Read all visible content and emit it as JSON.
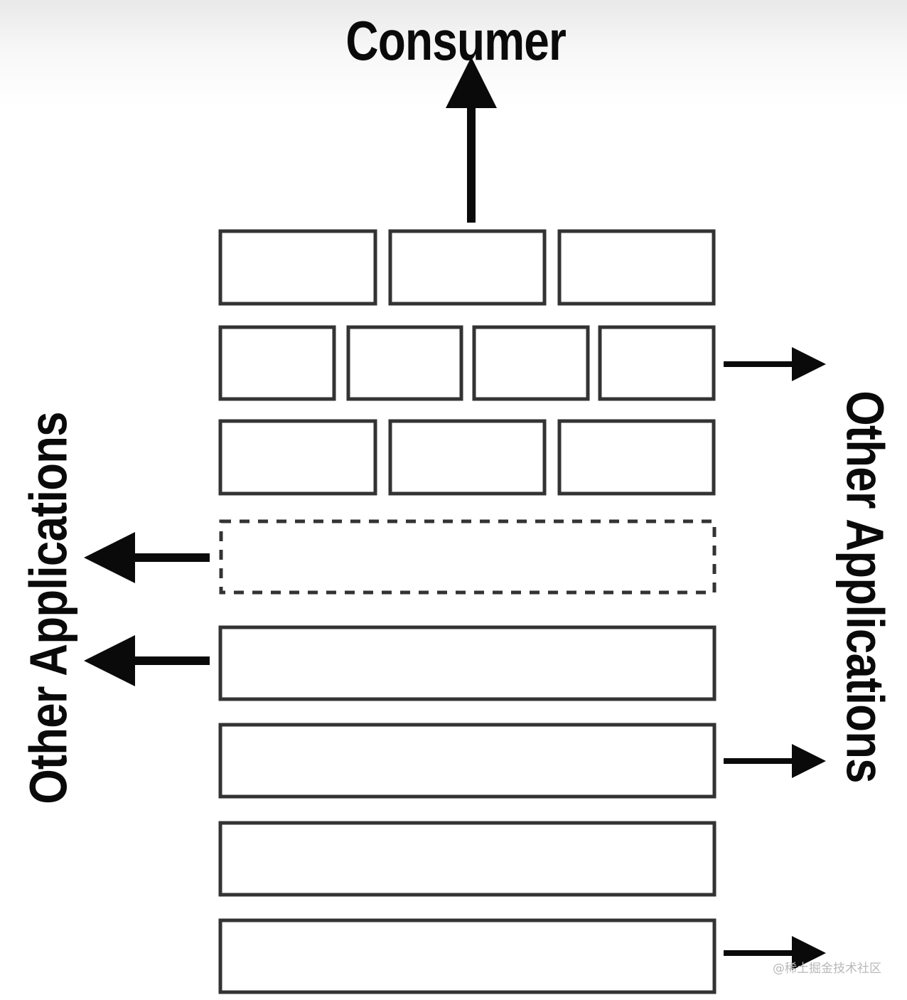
{
  "diagram": {
    "top_label": "Consumer",
    "left_label": "Other Applications",
    "right_label": "Other Applications",
    "watermark": "@稀土掘金技术社区"
  },
  "colors": {
    "stroke": "#333333",
    "arrow": "#0a0a0a",
    "background": "#ffffff"
  }
}
